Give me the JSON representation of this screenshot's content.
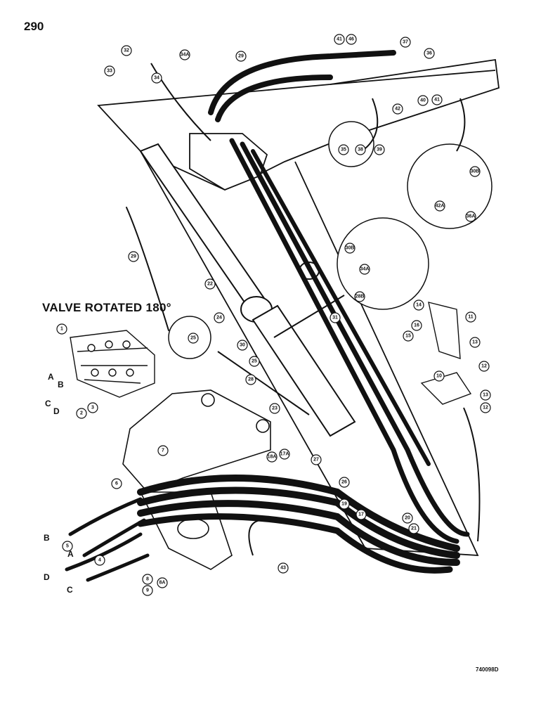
{
  "page": {
    "number": "290",
    "heading": "VALVE ROTATED 180°",
    "figure_code": "740098D"
  },
  "callouts": [
    "1",
    "2",
    "3",
    "6",
    "7",
    "8",
    "8A",
    "9",
    "10",
    "11",
    "12",
    "12",
    "13",
    "13",
    "14",
    "15",
    "16",
    "17",
    "17A",
    "18A",
    "19",
    "20",
    "21",
    "22",
    "23",
    "24",
    "25",
    "25",
    "26",
    "27",
    "28",
    "28B",
    "29",
    "29",
    "30",
    "30B",
    "30B",
    "31",
    "32",
    "33",
    "34",
    "34A",
    "34A",
    "35",
    "36",
    "36A",
    "37",
    "38",
    "39",
    "40",
    "41",
    "41",
    "42",
    "42A",
    "43",
    "46",
    "4",
    "5"
  ],
  "port_labels": {
    "valve": [
      "A",
      "B",
      "C",
      "D"
    ],
    "hoses": [
      "B",
      "A",
      "D",
      "C"
    ]
  }
}
